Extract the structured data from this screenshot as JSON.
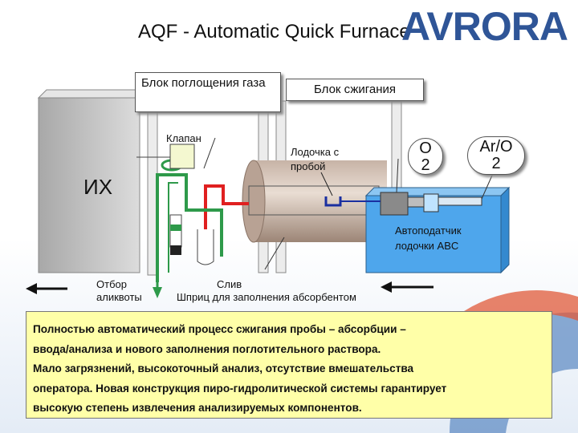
{
  "title": "AQF - Automatic Quick Furnace",
  "logo": "AVRORA",
  "labels": {
    "ic": "ИХ",
    "absorption_unit": "Блок поглощения газа",
    "combustion_unit": "Блок сжигания",
    "valve": "Клапан",
    "boat_with_sample": "Лодочка с пробой",
    "o2": "O2",
    "ar_o2": "Ar/O2",
    "autofeeder": "Автоподатчик лодочки ABC",
    "aliquot_sampling": "Отбор аликвоты",
    "drain": "Слив",
    "syringe": "Шприц для заполнения абсорбентом"
  },
  "description": [
    "Полностью автоматический процесс сжигания пробы – абсорбции –",
    "ввода/анализа и нового заполнения поглотительного раствора.",
    "Мало загрязнений,  высокоточный анализ, отсутствие вмешательства",
    "оператора. Новая конструкция пиро-гидролитической системы гарантирует",
    "высокую степень извлечения анализируемых компонентов."
  ],
  "colors": {
    "accent_blue": "#2f5597",
    "feeder_blue": "#4ea6ec",
    "green_line": "#2e9a4a",
    "red_line": "#e02020",
    "text_box_bg": "#ffffa8"
  }
}
